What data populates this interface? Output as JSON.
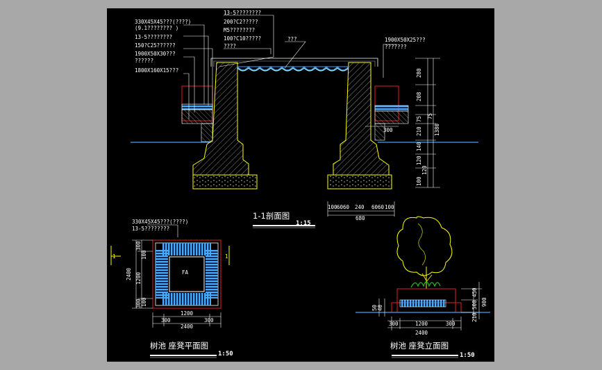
{
  "section": {
    "left_notes": [
      "330X45X45???(????)",
      "(9.1???????? )",
      "13-5????????",
      "150?C25??????",
      "1900X50X30???",
      "??????",
      "1800X160X15???"
    ],
    "center_notes": [
      "13-5????????",
      "200?C2?????",
      "M5????????",
      "100?C10?????",
      "????"
    ],
    "top_note": "???",
    "right_notes": [
      "1900X50X25???",
      "???????"
    ],
    "right_dims": [
      "280",
      "208",
      "75",
      "210",
      "140",
      "120",
      "120",
      "100"
    ],
    "right_total": "1380",
    "right_total2": "75",
    "dim_300": "300",
    "bottom_dims": [
      "100",
      "60",
      "60",
      "240",
      "60",
      "60",
      "100"
    ],
    "bottom_total": "680",
    "title": "1-1剖面图",
    "scale": "1:15"
  },
  "plan": {
    "notes": [
      "330X45X45???(????)",
      "13-5????????"
    ],
    "center_label": "FA",
    "left_dims": [
      "300",
      "100",
      "1200",
      "300",
      "100"
    ],
    "left_total": "2400",
    "bottom_dims": [
      "300",
      "1200",
      "300"
    ],
    "bottom_total": "2400",
    "section_mark": "1",
    "title": "树池 座凳平面图",
    "scale": "1:50"
  },
  "elevation": {
    "right_dims": [
      "450",
      "500",
      "210"
    ],
    "right_total": "900",
    "left_dims": [
      "50",
      "40"
    ],
    "bottom_dims": [
      "300",
      "1200",
      "300"
    ],
    "bottom_total": "2400",
    "title": "树池 座凳立面图",
    "scale": "1:50"
  },
  "colors": {
    "background": "#000000",
    "frame": "#a8a8a8",
    "cyan": "#40a0ff",
    "red": "#e02020",
    "yellow": "#ffff00",
    "green": "#20c020",
    "white": "#ffffff"
  }
}
